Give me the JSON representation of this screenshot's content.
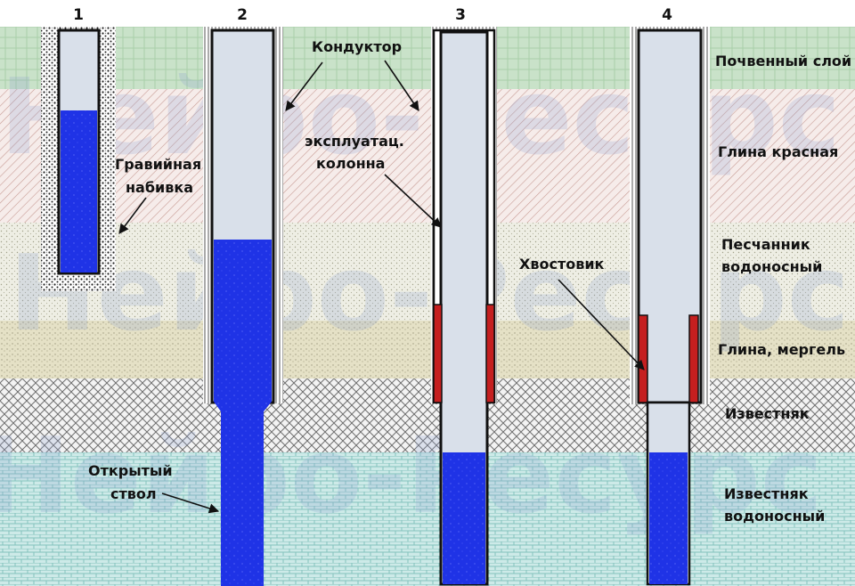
{
  "diagram": {
    "well_numbers": [
      "1",
      "2",
      "3",
      "4"
    ],
    "layers": [
      {
        "id": "soil",
        "label": "Почвенный слой",
        "color": "#c9e2c9"
      },
      {
        "id": "red_clay",
        "label": "Глина красная",
        "color": "#f6ecea"
      },
      {
        "id": "sandstone",
        "label_lines": [
          "Песчанник",
          "водоносный"
        ],
        "color": "#eeeee4"
      },
      {
        "id": "clay_marl",
        "label": "Глина, мергель",
        "color": "#e5e1c6"
      },
      {
        "id": "limestone",
        "label": "Известняк",
        "color": "#f3f3f3"
      },
      {
        "id": "limestone_water",
        "label_lines": [
          "Известняк",
          "водоносный"
        ],
        "color": "#cdeae8"
      }
    ],
    "annotations": {
      "gravel": [
        "Гравийная",
        "набивка"
      ],
      "conductor": "Кондуктор",
      "production_casing": [
        "эксплуатац.",
        "колонна"
      ],
      "liner": "Хвостовик",
      "open_hole": [
        "Открытый",
        "ствол"
      ]
    },
    "watermark": [
      "Нейро-Ресурс",
      "Нейро-Ресурс",
      "Нейро-Ресурс"
    ],
    "colors": {
      "water": "#1f33e6",
      "casing_fill": "#d9e0ea",
      "liner_red": "#c51f1f",
      "outline": "#111111",
      "gravel": "#ffffff"
    }
  }
}
